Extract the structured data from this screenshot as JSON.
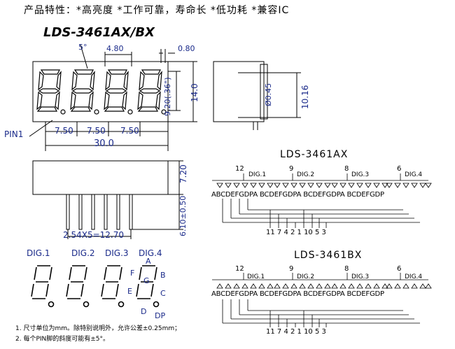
{
  "header": {
    "features": "产品特性：*高亮度 *工作可靠，寿命长 *低功耗 *兼容IC"
  },
  "title": "LDS-3461AX/BX",
  "dimensions": {
    "angle": "5°",
    "seg_width": "4.80",
    "seg_gap": "0.80",
    "digit_height": "9.20(.36\")",
    "body_height": "14.0",
    "pitch_a": "7.50",
    "pitch_b": "7.50",
    "pitch_c": "7.50",
    "total_length": "30.0",
    "pin_label": "PIN1",
    "pin_diameter": "Ø0.45",
    "side_height": "10.16",
    "body_depth": "7.20",
    "pin_length": "6.10±0.50",
    "pin_pitch": "2.54X5=12.70"
  },
  "digit_labels": [
    "DIG.1",
    "DIG.2",
    "DIG.3",
    "DIG.4"
  ],
  "segment_labels": {
    "a": "A",
    "b": "B",
    "c": "C",
    "d": "D",
    "e": "E",
    "f": "F",
    "g": "G",
    "dp": "DP"
  },
  "circuit_ax": {
    "title": "LDS-3461AX",
    "digits": [
      "DIG.1",
      "DIG.2",
      "DIG.3",
      "DIG.4"
    ],
    "digit_pins": [
      "12",
      "9",
      "8",
      "6"
    ],
    "segment_row": "ABCDEFGDPA BCDEFGDPA BCDEFGDPA BCDEFGDP",
    "bottom_pins": "11 7 4 2 1 10 5 3"
  },
  "circuit_bx": {
    "title": "LDS-3461BX",
    "digits": [
      "DIG.1",
      "DIG.2",
      "DIG.3",
      "DIG.4"
    ],
    "digit_pins": [
      "12",
      "9",
      "8",
      "6"
    ],
    "segment_row": "ABCDEFGDPA BCDEFGDPA BCDEFGDPA BCDEFGDP",
    "bottom_pins": "11 7 4 2 1 10 5 3"
  },
  "notes": [
    "1. 尺寸单位为mm。除特别说明外，允许公差±0.25mm；",
    "2. 每个PIN脚的斜度可能有±5°。"
  ]
}
